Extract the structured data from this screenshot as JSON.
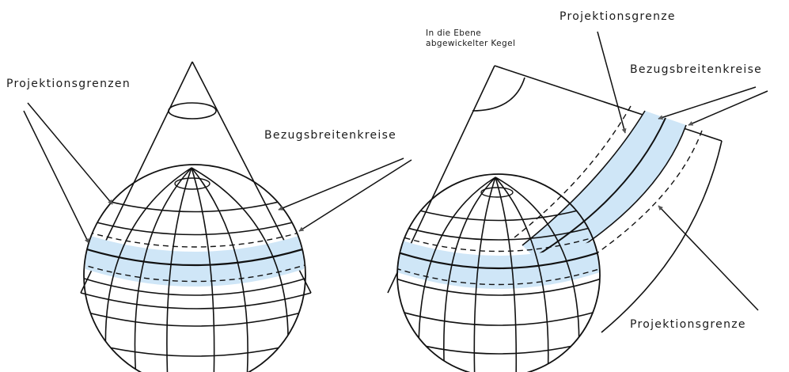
{
  "colors": {
    "ink": "#111111",
    "arrow_fill": "#555555",
    "band": "#cfe6f7",
    "background": "#ffffff"
  },
  "left_figure": {
    "label_projection_limits": "Projektionsgrenzen",
    "label_reference_parallels": "Bezugsbreitenkreise"
  },
  "right_figure": {
    "label_unrolled_cone_line1": "In die Ebene",
    "label_unrolled_cone_line2": "abgewickelter Kegel",
    "label_projection_limit_top": "Projektionsgrenze",
    "label_reference_parallels": "Bezugsbreitenkreise",
    "label_projection_limit_bottom": "Projektionsgrenze"
  }
}
